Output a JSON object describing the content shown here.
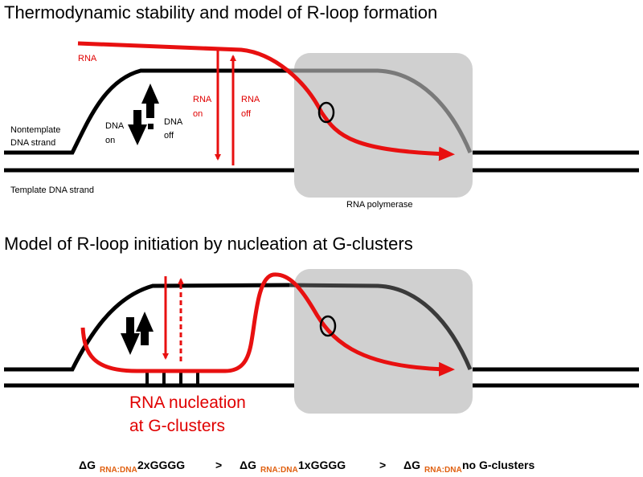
{
  "panel_top": {
    "title": "Thermodynamic stability and model of R-loop formation",
    "rna_label": "RNA",
    "rna_on_1": "RNA",
    "rna_on_2": "on",
    "rna_off_1": "RNA",
    "rna_off_2": "off",
    "dna_on_1": "DNA",
    "dna_on_2": "on",
    "dna_off_1": "DNA",
    "dna_off_2": "off",
    "nontemplate_1": "Nontemplate",
    "nontemplate_2": "DNA strand",
    "template": "Template DNA strand",
    "polymerase": "RNA polymerase"
  },
  "panel_bottom": {
    "title": "Model of R-loop initiation by nucleation at G-clusters",
    "nucleation_1": "RNA nucleation",
    "nucleation_2": "at G-clusters"
  },
  "equation": {
    "delta": "ΔG",
    "sub": "RNA:DNA",
    "term1": " 2xGGGG",
    "op1": ">",
    "term2": " 1xGGGG",
    "op2": ">",
    "term3": " no G-clusters"
  },
  "colors": {
    "rna": "#e81010",
    "dna": "#000000",
    "polymerase": "#d0d0d0"
  }
}
